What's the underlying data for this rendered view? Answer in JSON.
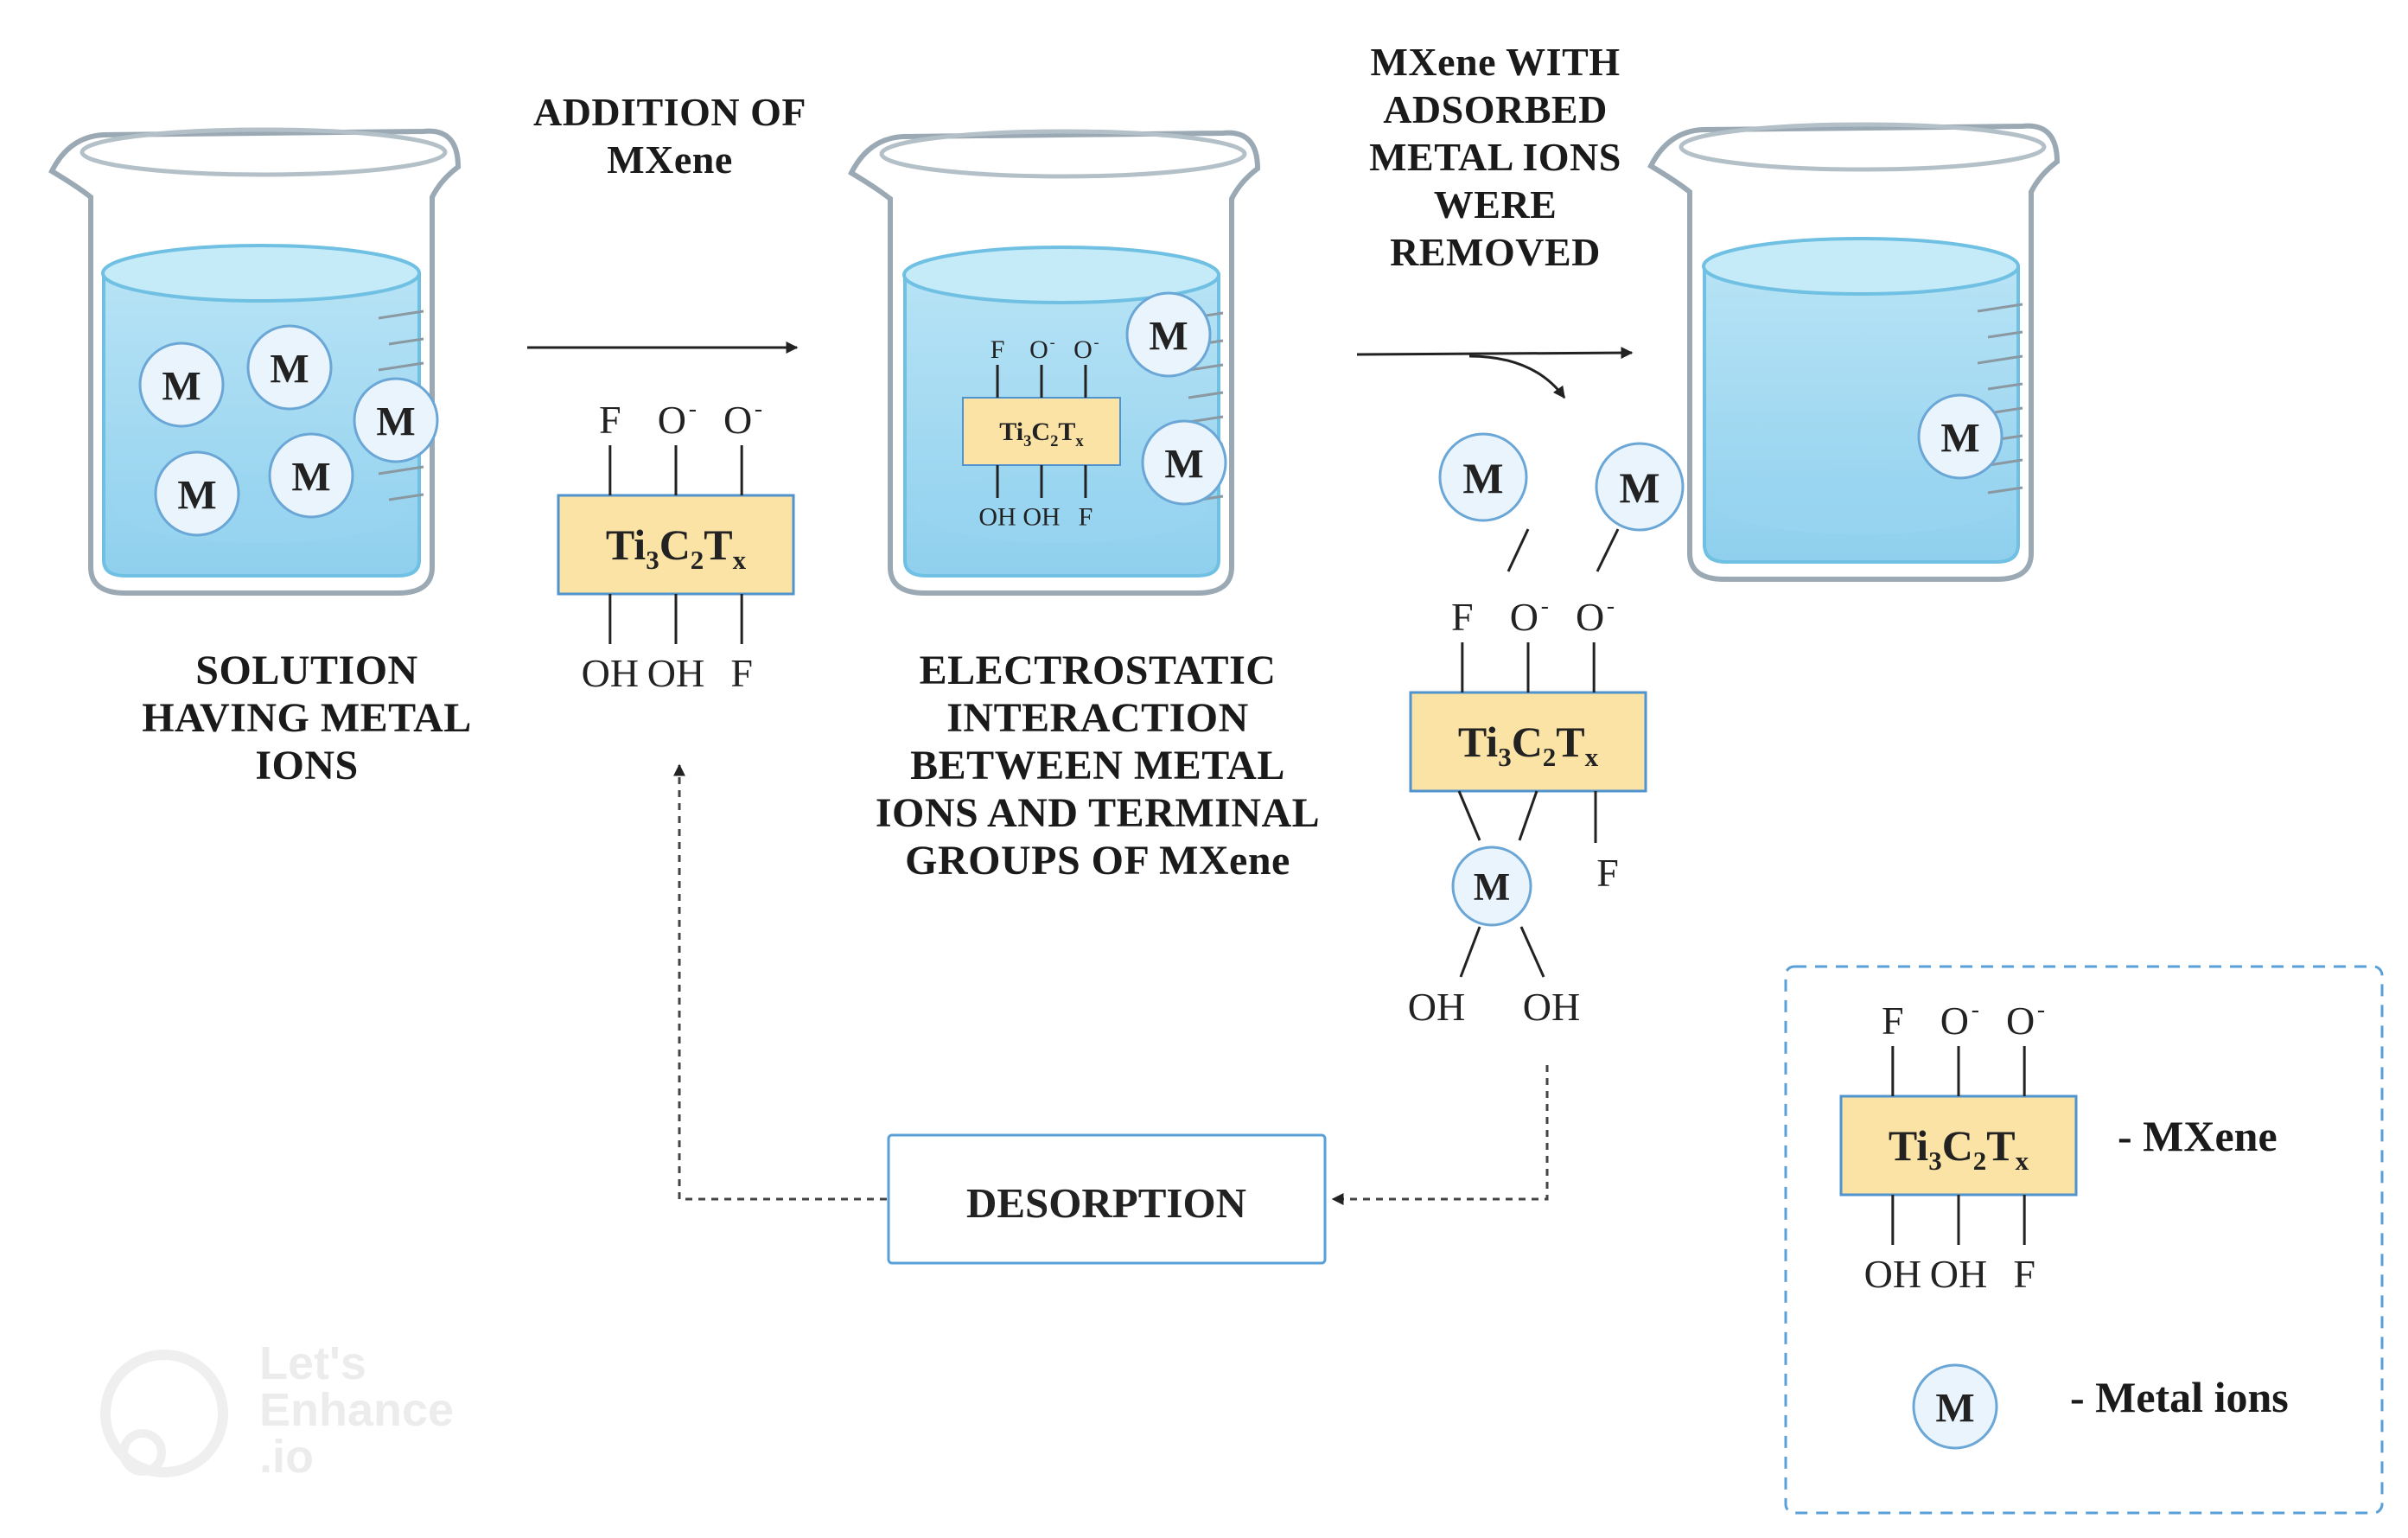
{
  "captions": {
    "addition": [
      "ADDITION OF",
      "MXene"
    ],
    "adsorbed_removed": [
      "MXene WITH",
      "ADSORBED",
      "METAL IONS",
      "WERE",
      "REMOVED"
    ],
    "solution": [
      "SOLUTION",
      "HAVING METAL",
      "IONS"
    ],
    "electrostatic": [
      "ELECTROSTATIC",
      "INTERACTION",
      "BETWEEN METAL",
      "IONS AND TERMINAL",
      "GROUPS OF MXene"
    ]
  },
  "desorption_label": "DESORPTION",
  "ion_symbol": "M",
  "mxene": {
    "formula": {
      "base1": "Ti",
      "sub1": "3",
      "base2": "C",
      "sub2": "2",
      "base3": "T",
      "sub3": "x"
    },
    "top_groups": [
      "F",
      "O",
      "O"
    ],
    "top_charge": "-",
    "bottom_groups": [
      "OH",
      "OH",
      "F"
    ],
    "adsorbed_bottom_groups": [
      "OH",
      "OH"
    ],
    "adsorbed_side_group": "F"
  },
  "legend": {
    "mxene_label": "- MXene",
    "metal_label": "- Metal ions"
  },
  "watermark": [
    "Let's",
    "Enhance",
    ".io"
  ],
  "colors": {
    "water": "#a9dcf1",
    "water_edge": "#6fc0e3",
    "glass": "#9aa9b3",
    "mxene_fill": "#fbe3a6",
    "mxene_border": "#4f93cf",
    "ion_fill": "#eaf4fc",
    "ion_border": "#6aa6d6",
    "legend_border": "#5aa0d8"
  }
}
